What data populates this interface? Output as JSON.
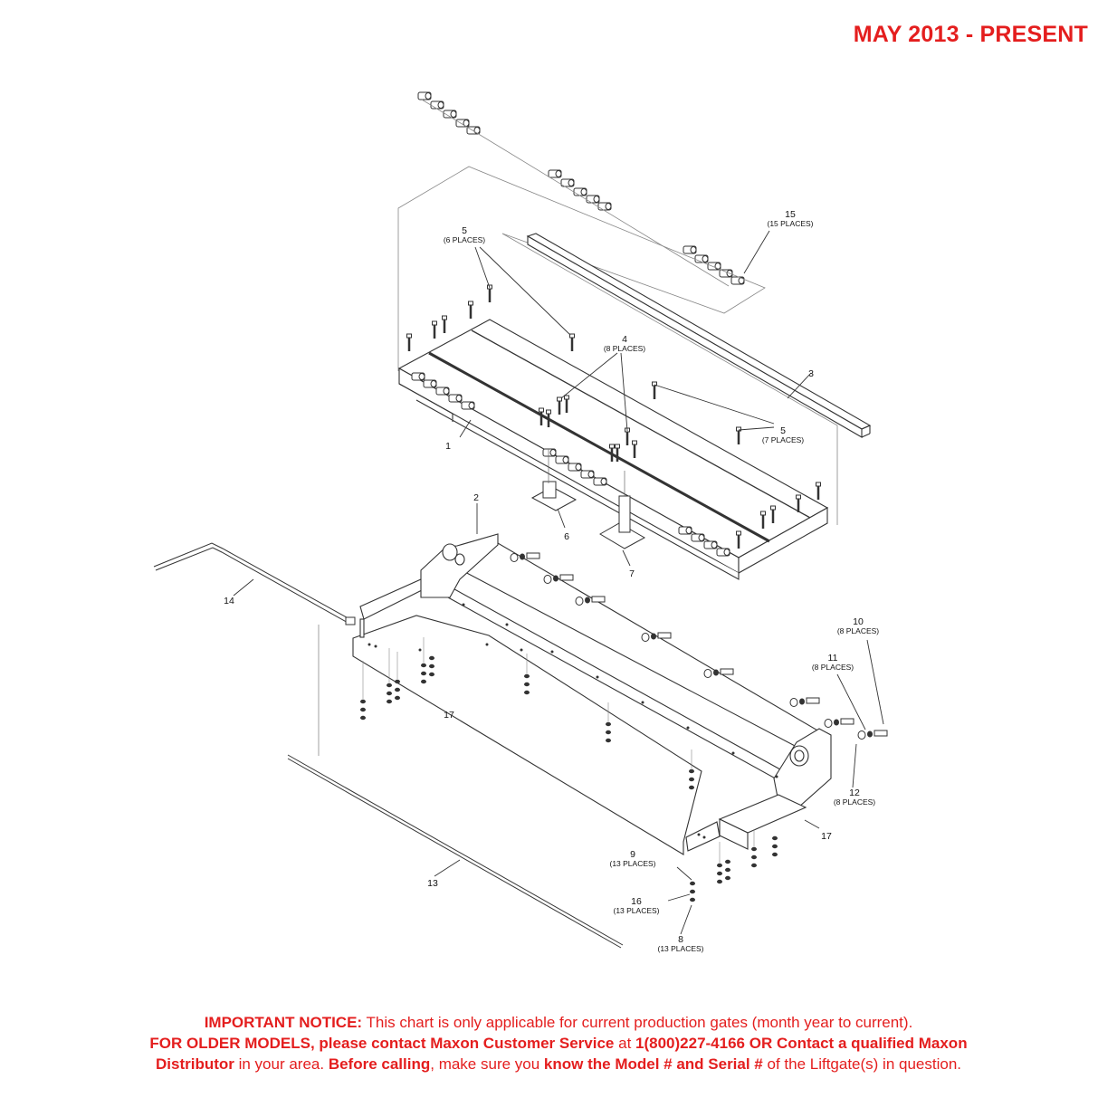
{
  "header": {
    "date_range": "MAY 2013 - PRESENT"
  },
  "callouts": [
    {
      "num": "1"
    },
    {
      "num": "2"
    },
    {
      "num": "3"
    },
    {
      "num": "4",
      "qty": "(8 PLACES)"
    },
    {
      "num": "5",
      "qty": "(6 PLACES)"
    },
    {
      "num": "5",
      "qty": "(7 PLACES)"
    },
    {
      "num": "6"
    },
    {
      "num": "7"
    },
    {
      "num": "8",
      "qty": "(13 PLACES)"
    },
    {
      "num": "9",
      "qty": "(13 PLACES)"
    },
    {
      "num": "10",
      "qty": "(8 PLACES)"
    },
    {
      "num": "11",
      "qty": "(8 PLACES)"
    },
    {
      "num": "12",
      "qty": "(8 PLACES)"
    },
    {
      "num": "13"
    },
    {
      "num": "14"
    },
    {
      "num": "15",
      "qty": "(15 PLACES)"
    },
    {
      "num": "16",
      "qty": "(13 PLACES)"
    },
    {
      "num": "17"
    },
    {
      "num": "17"
    }
  ],
  "notice": {
    "l1_bold": "IMPORTANT NOTICE:",
    "l1_text": " This chart is only applicable for current production gates (month year to current).",
    "l2_bold": "FOR OLDER MODELS, please contact Maxon Customer Service",
    "l2_text": " at ",
    "l2_bold2": "1(800)227-4166 OR Contact a qualified Maxon",
    "l3_bold": "Distributor",
    "l3_text": " in your area. ",
    "l3_bold2": "Before calling",
    "l3_text2": ", make sure you ",
    "l3_bold3": "know the Model # and Serial #",
    "l3_text3": " of the Liftgate(s) in question."
  }
}
